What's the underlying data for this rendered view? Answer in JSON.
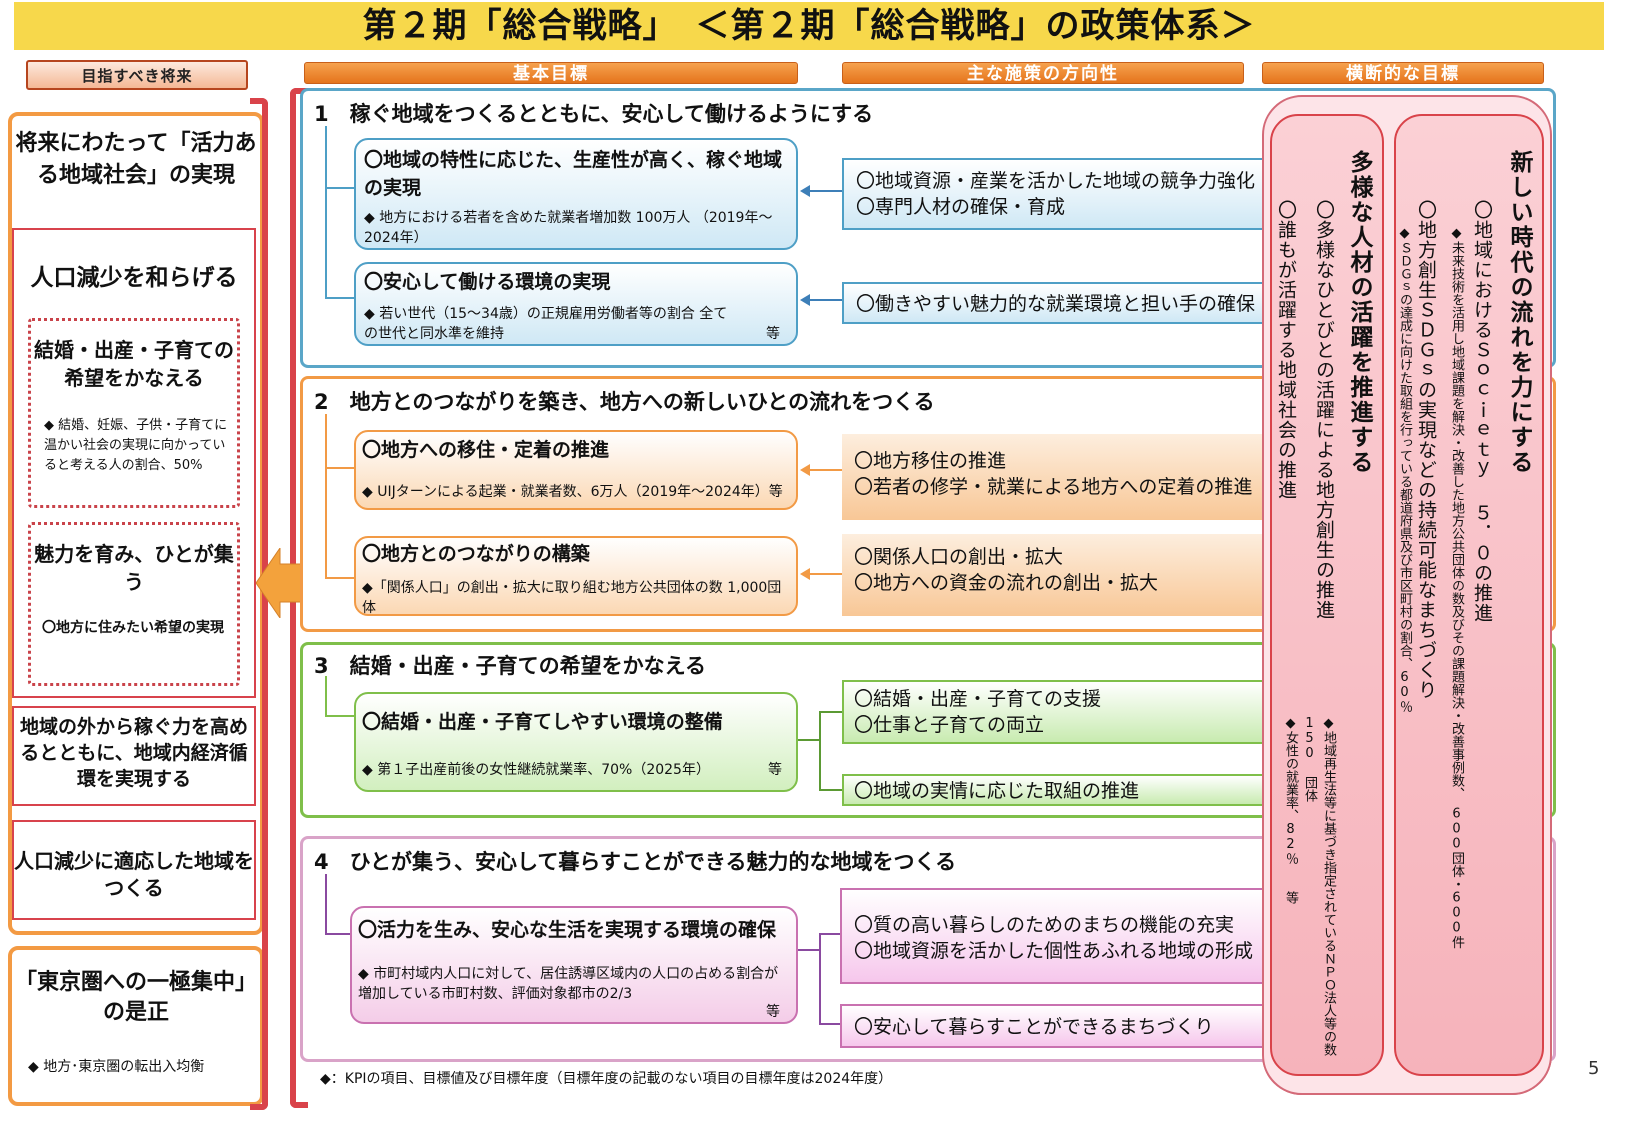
{
  "title": "第２期「総合戦略」　＜第２期「総合戦略」の政策体系＞",
  "headers": {
    "future": "目指すべき将来",
    "basic_goals": "基本目標",
    "measures": "主な施策の方向性",
    "cross": "横断的な目標"
  },
  "left": {
    "main_title": "将来にわたって「活力ある地域社会」の実現",
    "population_title": "人口減少を和らげる",
    "marriage_title": "結婚・出産・子育ての希望をかなえる",
    "marriage_kpi": "◆ 結婚、妊娠、子供・子育てに温かい社会の実現に向かっていると考える人の割合、50%",
    "attract_title": "魅力を育み、ひとが集う",
    "attract_text": "〇地方に住みたい希望の実現",
    "earn_text": "地域の外から稼ぐ力を高めるとともに、地域内経済循環を実現する",
    "adapt_text": "人口減少に適応した地域をつくる",
    "tokyo_title": "「東京圏への一極集中」の是正",
    "tokyo_kpi": "◆ 地方･東京圏の転出入均衡"
  },
  "goals": [
    {
      "title": "1　稼ぐ地域をつくるとともに、安心して働けるようにする",
      "boxes": [
        {
          "title": "〇地域の特性に応じた、生産性が高く、稼ぐ地域の実現",
          "kpi": "◆ 地方における若者を含めた就業者増加数 100万人 （2019年～2024年）",
          "suffix": ""
        },
        {
          "title": "〇安心して働ける環境の実現",
          "kpi": "◆ 若い世代（15～34歳）の正規雇用労働者等の割合 全ての世代と同水準を維持",
          "suffix": "等"
        }
      ],
      "measures": [
        [
          "〇地域資源・産業を活かした地域の競争力強化",
          "〇専門人材の確保・育成"
        ],
        [
          "〇働きやすい魅力的な就業環境と担い手の確保"
        ]
      ]
    },
    {
      "title": "2　地方とのつながりを築き、地方への新しいひとの流れをつくる",
      "boxes": [
        {
          "title": "〇地方への移住・定着の推進",
          "kpi": "◆ UIJターンによる起業・就業者数、6万人（2019年～2024年）等",
          "suffix": ""
        },
        {
          "title": "〇地方とのつながりの構築",
          "kpi": "◆「関係人口」の創出・拡大に取り組む地方公共団体の数 1,000団体",
          "suffix": ""
        }
      ],
      "measures": [
        [
          "〇地方移住の推進",
          "〇若者の修学・就業による地方への定着の推進"
        ],
        [
          "〇関係人口の創出・拡大",
          "〇地方への資金の流れの創出・拡大"
        ]
      ]
    },
    {
      "title": "3　結婚・出産・子育ての希望をかなえる",
      "boxes": [
        {
          "title": "〇結婚・出産・子育てしやすい環境の整備",
          "kpi": "◆ 第１子出産前後の女性継続就業率、70%（2025年）",
          "suffix": "等"
        }
      ],
      "measures": [
        [
          "〇結婚・出産・子育ての支援",
          "〇仕事と子育ての両立"
        ],
        [
          "〇地域の実情に応じた取組の推進"
        ]
      ]
    },
    {
      "title": "4　ひとが集う、安心して暮らすことができる魅力的な地域をつくる",
      "boxes": [
        {
          "title": "〇活力を生み、安心な生活を実現する環境の確保",
          "kpi": "◆ 市町村域内人口に対して、居住誘導区域内の人口の占める割合が増加している市町村数、評価対象都市の2/3",
          "suffix": "等"
        }
      ],
      "measures": [
        [
          "〇質の高い暮らしのためのまちの機能の充実",
          "〇地域資源を活かした個性あふれる地域の形成"
        ],
        [
          "〇安心して暮らすことができるまちづくり"
        ]
      ]
    }
  ],
  "cross": {
    "col1": {
      "title": "新しい時代の流れを力にする",
      "items": [
        "〇地域におけるＳｏｃｉｅｔｙ ５．０の推進",
        "〇地方創生ＳＤＧｓの実現などの持続可能なまちづくり"
      ],
      "kpis": [
        "◆未来技術を活用し地域課題を解決・改善した地方公共団体の数及びその課題解決・改善事例数、　600団体・600件",
        "◆ＳＤＧｓの達成に向けた取組を行っている都道府県及び市区町村の割合、60％"
      ]
    },
    "col2": {
      "title": "多様な人材の活躍を推進する",
      "items": [
        "〇多様なひとびとの活躍による地方創生の推進",
        "〇誰もが活躍する地域社会の推進"
      ],
      "kpis": [
        "◆地域再生法等に基づき指定されているＮＰＯ法人等の数 150 団体",
        "◆女性の就業率、82％　　等"
      ]
    }
  },
  "footnote": "◆：KPIの項目、目標値及び目標年度（目標年度の記載のない項目の目標年度は2024年度）",
  "page_number": "5",
  "colors": {
    "title_bg": "#f7d84b",
    "goal1": "#4e9fc6",
    "goal2": "#f29a45",
    "goal3": "#7fbf4a",
    "goal4": "#c971b0",
    "accent_red": "#d9434a"
  }
}
